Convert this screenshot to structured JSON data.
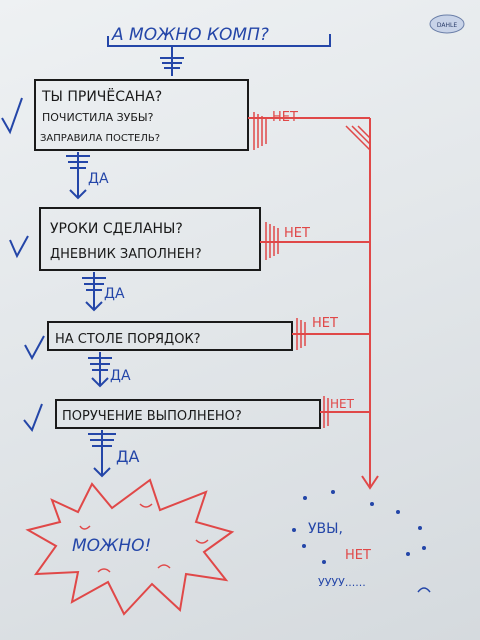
{
  "title": "А МОЖНО КОМП?",
  "magnet_label": "DAHLE",
  "steps": [
    {
      "lines": [
        "ТЫ ПРИЧЁСАНА?",
        "ПОЧИСТИЛА ЗУБЫ?",
        "ЗАПРАВИЛА ПОСТЕЛЬ?"
      ],
      "no_label": "НЕТ",
      "yes_label": "ДА"
    },
    {
      "lines": [
        "УРОКИ СДЕЛАНЫ?",
        "ДНЕВНИК ЗАПОЛНЕН?"
      ],
      "no_label": "НЕТ",
      "yes_label": "ДА"
    },
    {
      "lines": [
        "НА СТОЛЕ ПОРЯДОК?"
      ],
      "no_label": "НЕТ",
      "yes_label": "ДА"
    },
    {
      "lines": [
        "ПОРУЧЕНИЕ ВЫПОЛНЕНО?"
      ],
      "no_label": "НЕТ",
      "yes_label": "ДА"
    }
  ],
  "result_yes": "МОЖНО!",
  "result_no": {
    "line1": "УВЫ,",
    "line2": "НЕТ",
    "line3": "УУУУ......"
  },
  "colors": {
    "blue": "#2446a8",
    "red": "#e04848",
    "black": "#1a1a1a"
  }
}
